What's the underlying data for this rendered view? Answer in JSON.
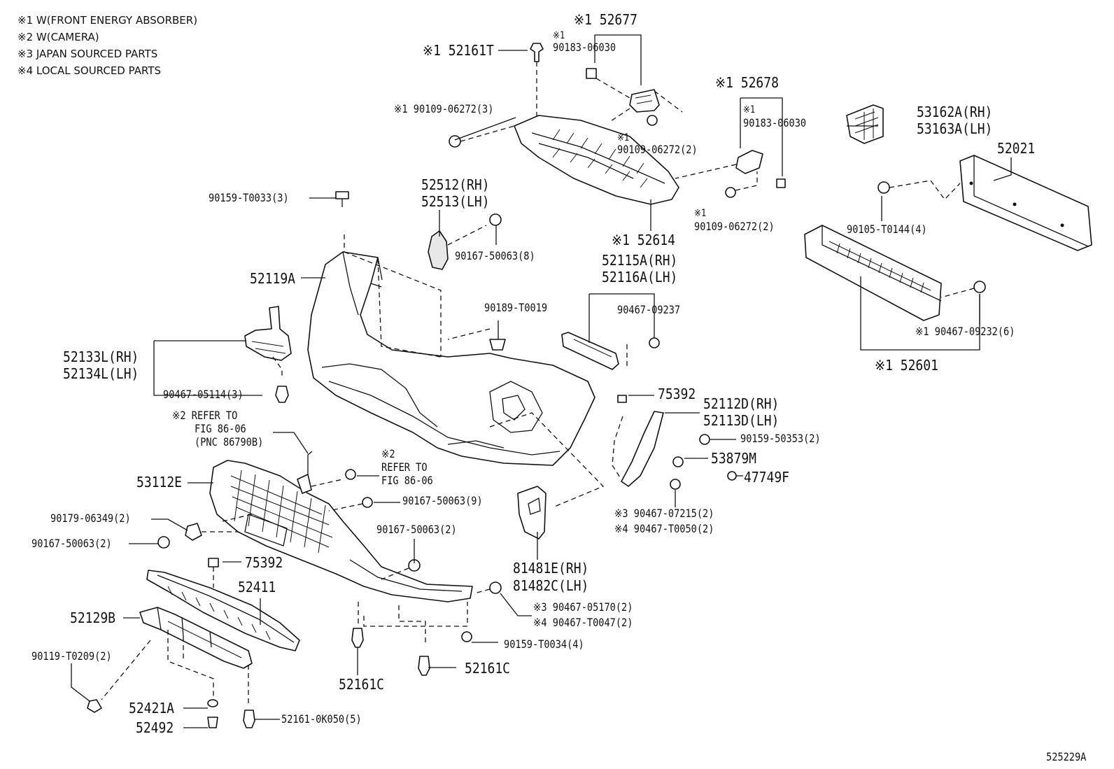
{
  "notes": [
    "※1 W(FRONT ENERGY ABSORBER)",
    "※2 W(CAMERA)",
    "※3 JAPAN SOURCED PARTS",
    "※4 LOCAL SOURCED PARTS"
  ],
  "diagram_id": "525229A",
  "labels": {
    "p52677": "※1 52677",
    "p90183a_mark": "※1",
    "p90183a": "90183-06030",
    "p52161T": "※1 52161T",
    "p90109a": "※1 90109-06272(3)",
    "p90109b_mark": "※1",
    "p90109b": "90109-06272(2)",
    "p52678": "※1 52678",
    "p90183b_mark": "※1",
    "p90183b": "90183-06030",
    "p53162A": "53162A(RH)",
    "p53163A": "53163A(LH)",
    "p52021": "52021",
    "p90159T0033": "90159-T0033(3)",
    "p52512": "52512(RH)",
    "p52513": "52513(LH)",
    "p90109c_mark": "※1",
    "p90109c": "90109-06272(2)",
    "p90105": "90105-T0144(4)",
    "p52614": "※1 52614",
    "p90167a": "90167-50063(8)",
    "p52119A": "52119A",
    "p52115A": "52115A(RH)",
    "p52116A": "52116A(LH)",
    "p90467_09237": "90467-09237",
    "p90189": "90189-T0019",
    "p90467_09232": "※1 90467-09232(6)",
    "p52133L": "52133L(RH)",
    "p52134L": "52134L(LH)",
    "p52601": "※1 52601",
    "p90467_05114": "90467-05114(3)",
    "p75392a": "75392",
    "p52112D": "52112D(RH)",
    "p52113D": "52113D(LH)",
    "refer1_a": "※2 REFER TO",
    "refer1_b": "FIG 86-06",
    "refer1_c": "(PNC 86790B)",
    "p90159_50353": "90159-50353(2)",
    "p53879M": "53879M",
    "refer2_a": "※2",
    "refer2_b": "REFER TO",
    "refer2_c": "FIG 86-06",
    "p47749F": "47749F",
    "p53112E": "53112E",
    "p90167b": "90167-50063(9)",
    "p90467_07215": "※3 90467-07215(2)",
    "p90467_T0050": "※4 90467-T0050(2)",
    "p90179": "90179-06349(2)",
    "p90167c": "90167-50063(2)",
    "p90167d": "90167-50063(2)",
    "p75392b": "75392",
    "p81481E": "81481E(RH)",
    "p81482C": "81482C(LH)",
    "p52411": "52411",
    "p90467_05170": "※3 90467-05170(2)",
    "p90467_T0047": "※4 90467-T0047(2)",
    "p52129B": "52129B",
    "p90159_T0034": "90159-T0034(4)",
    "p90119": "90119-T0209(2)",
    "p52161C_a": "52161C",
    "p52161C_b": "52161C",
    "p52421A": "52421A",
    "p52492": "52492",
    "p52161_0K050": "52161-0K050(5)"
  }
}
